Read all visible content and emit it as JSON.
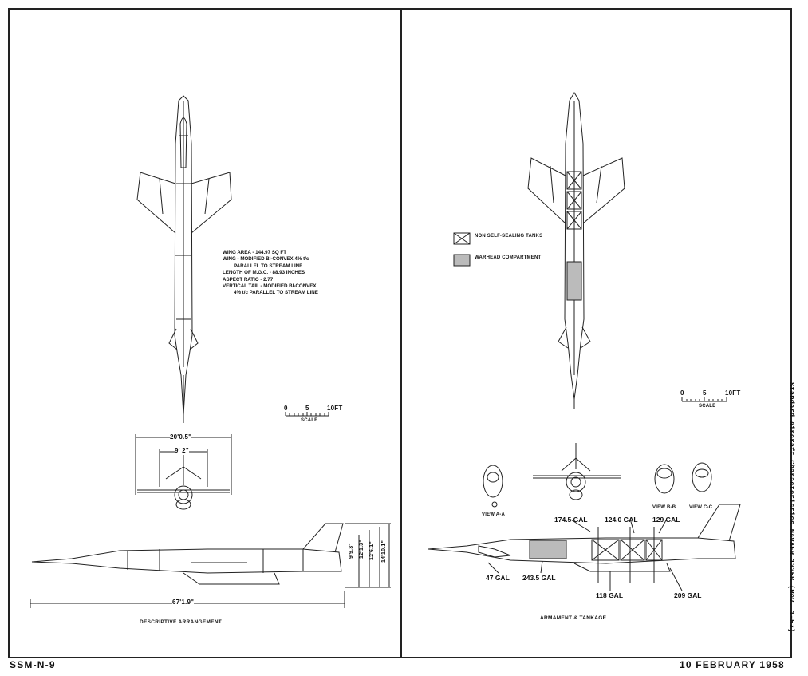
{
  "specs": {
    "lines": [
      "WING AREA - 144.97 SQ FT",
      "WING - MODIFIED BI-CONVEX 4% t/c",
      "PARALLEL TO STREAM LINE",
      "LENGTH OF M.G.C. - 88.93 INCHES",
      "ASPECT RATIO - 2.77",
      "VERTICAL TAIL - MODIFIED BI-CONVEX",
      "4% t/c PARALLEL TO STREAM LINE"
    ]
  },
  "scale_left": {
    "zero": "0",
    "five": "5",
    "ten": "10FT",
    "label": "SCALE"
  },
  "scale_right": {
    "zero": "0",
    "five": "5",
    "ten": "10FT",
    "label": "SCALE"
  },
  "dims": {
    "span": "20'0.5\"",
    "tailspan": "9' 2\"",
    "length": "67'1.9\"",
    "h1": "9'9.3\"",
    "h2": "12'1.3\"",
    "h3": "12'6.1\"",
    "h4": "14'10.1\""
  },
  "legend": {
    "tanks": "NON SELF-SEALING TANKS",
    "warhead": "WARHEAD COMPARTMENT"
  },
  "views": {
    "aa": "VIEW A-A",
    "bb": "VIEW B-B",
    "cc": "VIEW C-C"
  },
  "tanks": {
    "g1": "174.5 GAL",
    "g2": "124.0 GAL",
    "g3": "129 GAL",
    "g4": "47 GAL",
    "g5": "243.5 GAL",
    "g6": "118 GAL",
    "g7": "209 GAL"
  },
  "captions": {
    "left": "DESCRIPTIVE ARRANGEMENT",
    "right": "ARMAMENT & TANKAGE"
  },
  "footer": {
    "left": "SSM-N-9",
    "right": "10 FEBRUARY 1958",
    "side": "Standard Aircraft Characteristics NAVAER 1335B (Rev. 1-57)"
  }
}
